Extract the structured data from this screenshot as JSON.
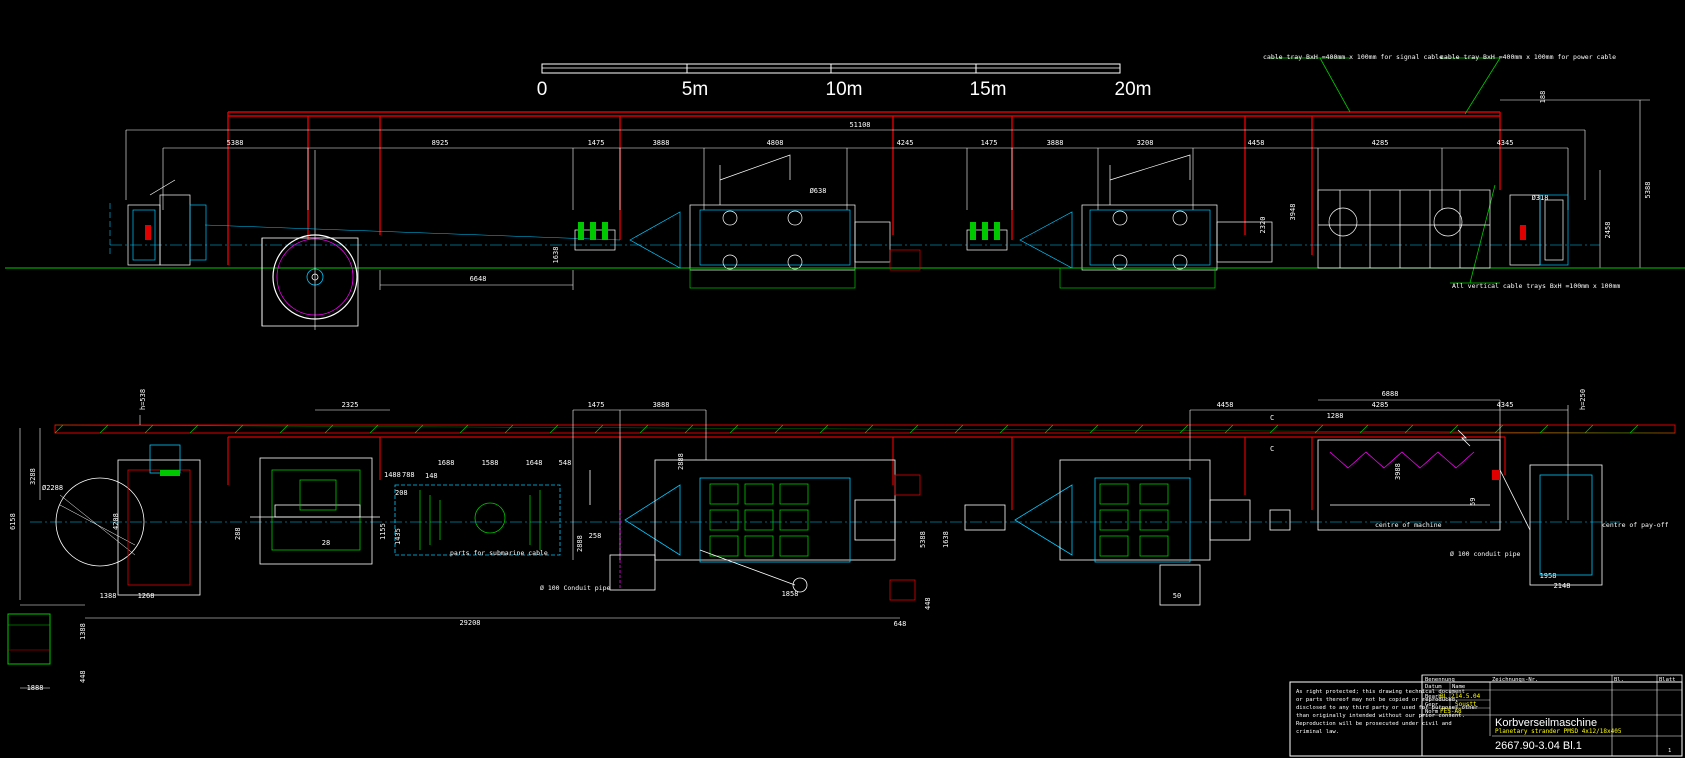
{
  "scale_bar": {
    "labels": [
      "0",
      "5m",
      "10m",
      "15m",
      "20m"
    ]
  },
  "colors": {
    "background": "#000000",
    "tray": "#e00000",
    "machine": "#ffffff",
    "ground": "#00c800",
    "center": "#00c8ff",
    "highlight": "#ffff00",
    "magenta": "#ff00ff"
  },
  "top_view": {
    "overall": "51108",
    "dims": [
      "5388",
      "8925",
      "1475",
      "3888",
      "4808",
      "4245",
      "1475",
      "3888",
      "3208",
      "4458",
      "4285",
      "4345"
    ],
    "misc": [
      "6648",
      "1638",
      "2320",
      "3948",
      "Ø638",
      "Ø318",
      "2458",
      "5388",
      "188"
    ],
    "labels": {
      "tray_signal": "cable tray BxH =400mm x 100mm for signal cable",
      "tray_power": "cable tray BxH =400mm x 100mm for power cable",
      "vertical_tray": "All vertical cable trays BxH =100mm x 100mm"
    }
  },
  "plan_view": {
    "dims_top": [
      "2325",
      "1475",
      "3888",
      "4458",
      "6888",
      "1288",
      "4285",
      "4345"
    ],
    "misc": [
      "h=538",
      "h=250",
      "3288",
      "Ø2288",
      "6158",
      "4208",
      "1388",
      "1268",
      "208",
      "288",
      "788",
      "1488",
      "1688",
      "1588",
      "1648",
      "548",
      "148",
      "28",
      "1155",
      "1435",
      "2888",
      "2888",
      "258",
      "5388",
      "1638",
      "1858",
      "448",
      "648",
      "29208",
      "1388",
      "448",
      "1888",
      "3988",
      "59",
      "1958",
      "2148",
      "50",
      "C",
      "C"
    ],
    "labels": {
      "parts": "parts for submarine cable",
      "conduit_left": "Ø 100 Conduit pipe",
      "conduit_right": "Ø 100 conduit pipe",
      "center": "centre of machine",
      "pay_off": "centre of pay-off"
    }
  },
  "title_block": {
    "notes": [
      "As right protected; this drawing technical document",
      "or parts thereof may not be copied or reproduced,",
      "disclosed to any third party or used for purposes other",
      "than originally intended without our prior consent.",
      "Reproduction will be prosecuted under civil and",
      "criminal law."
    ],
    "company": "Korbverseilmaschine",
    "machine": "Planetary strander PMSD 4x12/18x405",
    "drawing_no": "2667.90-3.04 Bl.1",
    "cells": [
      "Benennung",
      "Zeichnungs-Nr.",
      "Datum",
      "Name",
      "Bearb.",
      "Gepr.",
      "Norm",
      "Blatt",
      "1",
      "Bl.",
      "BL.2",
      "14.5.04",
      "Soustt",
      "FES-A8"
    ]
  }
}
